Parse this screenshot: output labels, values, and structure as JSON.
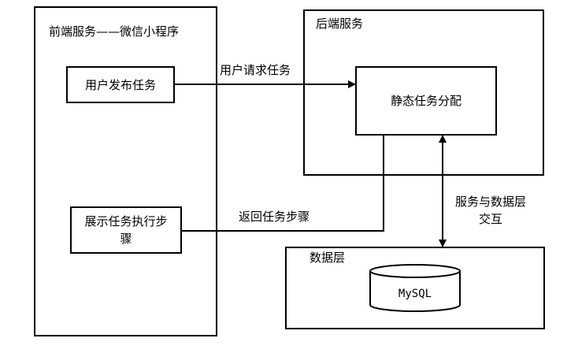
{
  "frontend": {
    "title": "前端服务——微信小程序",
    "publish_task": "用户发布任务",
    "show_steps_line1": "展示任务执行步",
    "show_steps_line2": "骤"
  },
  "backend": {
    "title": "后端服务",
    "static_assign": "静态任务分配"
  },
  "data_layer": {
    "title": "数据层",
    "db": "MySQL"
  },
  "edges": {
    "request": "用户请求任务",
    "return_steps": "返回任务步骤",
    "interact_line1": "服务与数据层",
    "interact_line2": "交互"
  }
}
